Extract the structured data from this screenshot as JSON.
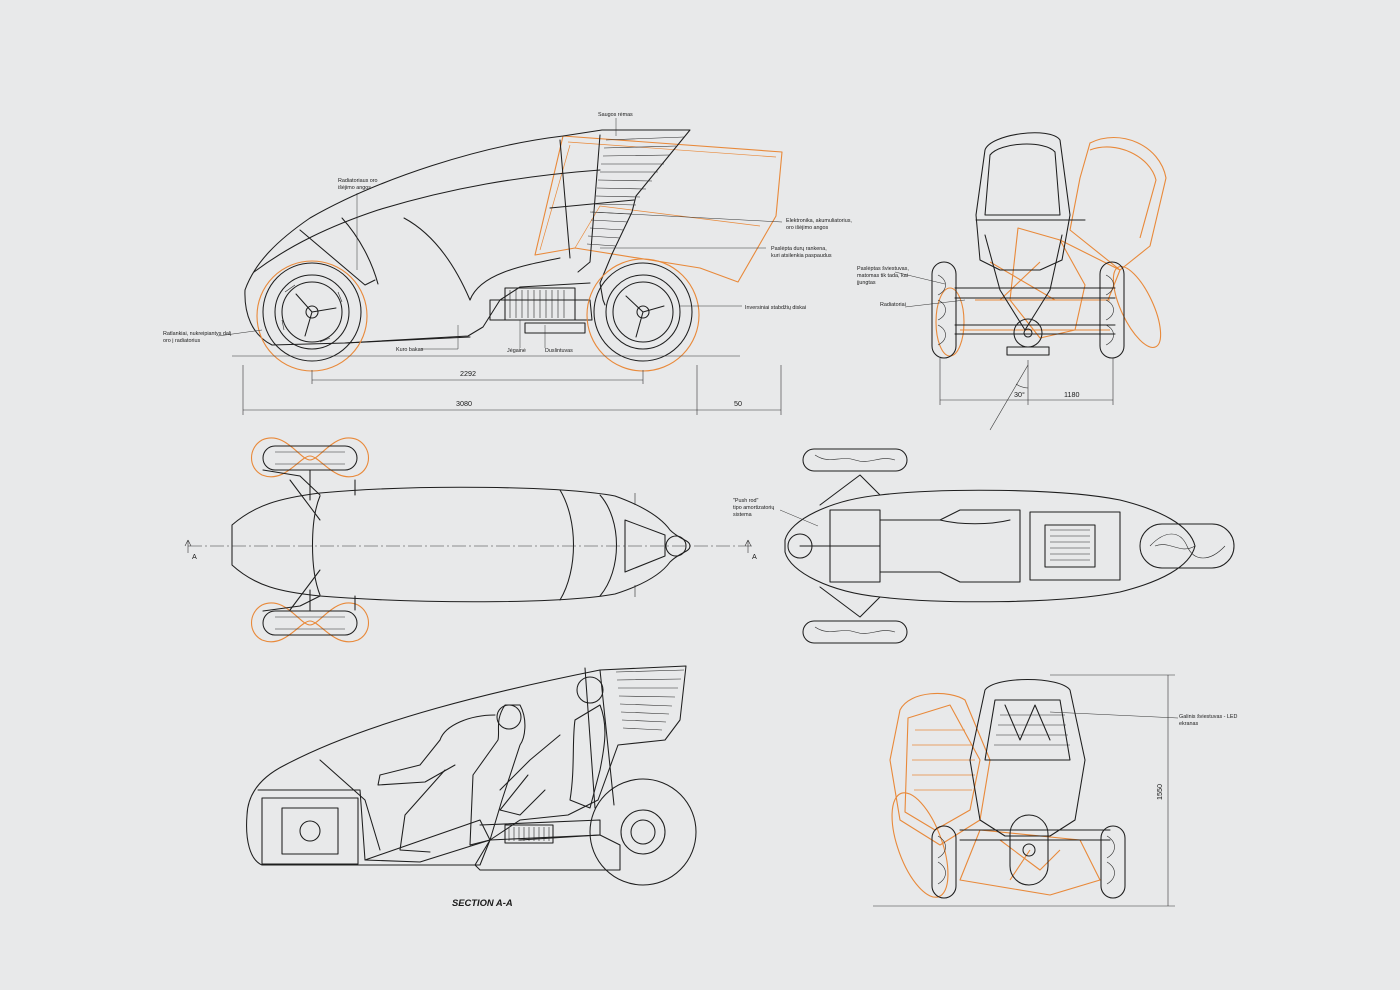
{
  "callouts": {
    "saugos_remas": "Saugos rėmas",
    "radiatoriaus_1": "Radiatoriaus oro",
    "radiatoriaus_2": "išėjimo angos",
    "elektronika_1": "Elektronika, akumuliatorius,",
    "elektronika_2": "oro išėjimo angos",
    "durys_1": "Paslėpta durų rankena,",
    "durys_2": "kuri atsilenkia paspaudus",
    "stabdziu": "Inversiniai stabdžių diskai",
    "ratlankiai_1": "Ratlankiai, nukreipiantys dalį",
    "ratlankiai_2": "oro į radiatorius",
    "kuro": "Kuro bakas",
    "jegaine": "Jėgainė",
    "duslintuvas": "Duslintuvas",
    "sviestuvas_1": "Paslėptas šviestuvas,",
    "sviestuvas_2": "matomas tik tada, kai",
    "sviestuvas_3": "įjungtas",
    "radiatoriai": "Radiatoriai",
    "pushrod_1": "\"Push rod\"",
    "pushrod_2": "tipo amortizatorių",
    "pushrod_3": "sistema",
    "galinis_1": "Galinis šviestuvas - LED",
    "galinis_2": "ekranas"
  },
  "dimensions": {
    "wheelbase": "2292",
    "length": "3080",
    "overhang": "50",
    "tilt_angle": "30°",
    "track": "1180",
    "height": "1550"
  },
  "section_markers": {
    "left": "A",
    "right": "A"
  },
  "section_title": "SECTION A-A",
  "colors": {
    "background": "#e8e9ea",
    "line": "#1e1e1e",
    "accent": "#e8893a"
  }
}
